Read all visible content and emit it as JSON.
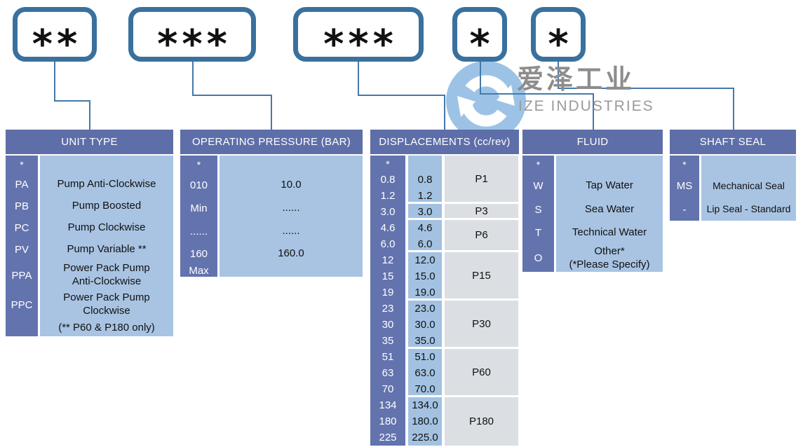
{
  "colors": {
    "header_bg": "#5E6EA8",
    "strip_bg": "#6373AE",
    "cell_blue": "#A9C4E3",
    "cell_mid_blue": "#A3C2E2",
    "cell_gray": "#DBDEE3",
    "box_border": "#39719E",
    "connector_line": "#4579AB",
    "logo_circle": "#9CC3E6",
    "logo_text": "#8D8D8D"
  },
  "code_boxes": [
    {
      "stars": "**"
    },
    {
      "stars": "***"
    },
    {
      "stars": "***"
    },
    {
      "stars": "*"
    },
    {
      "stars": "*"
    }
  ],
  "logo": {
    "cn": "爱泽工业",
    "en": "IZE INDUSTRIES"
  },
  "tables": {
    "unit_type": {
      "title": "UNIT TYPE",
      "rows": [
        {
          "code": "*",
          "desc": ""
        },
        {
          "code": "PA",
          "desc": "Pump Anti-Clockwise"
        },
        {
          "code": "PB",
          "desc": "Pump Boosted"
        },
        {
          "code": "PC",
          "desc": "Pump Clockwise"
        },
        {
          "code": "PV",
          "desc": "Pump Variable **"
        },
        {
          "code": "PPA",
          "desc": "Power Pack Pump\nAnti-Clockwise"
        },
        {
          "code": "PPC",
          "desc": "Power Pack Pump\nClockwise"
        },
        {
          "code": "",
          "desc": "(** P60 & P180 only)"
        }
      ]
    },
    "operating_pressure": {
      "title": "OPERATING PRESSURE (BAR)",
      "rows": [
        {
          "code": "*",
          "value": ""
        },
        {
          "code": "010",
          "value": "10.0"
        },
        {
          "code": "Min",
          "value": "......"
        },
        {
          "code": "......",
          "value": "......"
        },
        {
          "code": "160",
          "value": "160.0"
        },
        {
          "code": "Max",
          "value": ""
        }
      ]
    },
    "displacements": {
      "title": "DISPLACEMENTS (cc/rev)",
      "codes": [
        "*",
        "0.8",
        "1.2",
        "3.0",
        "4.6",
        "6.0",
        "12",
        "15",
        "19",
        "23",
        "30",
        "35",
        "51",
        "63",
        "70",
        "134",
        "180",
        "225"
      ],
      "groups": [
        {
          "label": "P1",
          "values": [
            "",
            "0.8",
            "1.2"
          ]
        },
        {
          "label": "P3",
          "values": [
            "3.0"
          ]
        },
        {
          "label": "P6",
          "values": [
            "4.6",
            "6.0"
          ]
        },
        {
          "label": "P15",
          "values": [
            "12.0",
            "15.0",
            "19.0"
          ]
        },
        {
          "label": "P30",
          "values": [
            "23.0",
            "30.0",
            "35.0"
          ]
        },
        {
          "label": "P60",
          "values": [
            "51.0",
            "63.0",
            "70.0"
          ]
        },
        {
          "label": "P180",
          "values": [
            "134.0",
            "180.0",
            "225.0"
          ]
        }
      ]
    },
    "fluid": {
      "title": "FLUID",
      "rows": [
        {
          "code": "*",
          "desc": ""
        },
        {
          "code": "W",
          "desc": "Tap Water"
        },
        {
          "code": "S",
          "desc": "Sea Water"
        },
        {
          "code": "T",
          "desc": "Technical Water"
        },
        {
          "code": "O",
          "desc": "Other*\n(*Please Specify)"
        }
      ]
    },
    "shaft_seal": {
      "title": "SHAFT SEAL",
      "rows": [
        {
          "code": "*",
          "desc": ""
        },
        {
          "code": "MS",
          "desc": "Mechanical Seal"
        },
        {
          "code": "-",
          "desc": "Lip Seal - Standard"
        }
      ]
    }
  }
}
